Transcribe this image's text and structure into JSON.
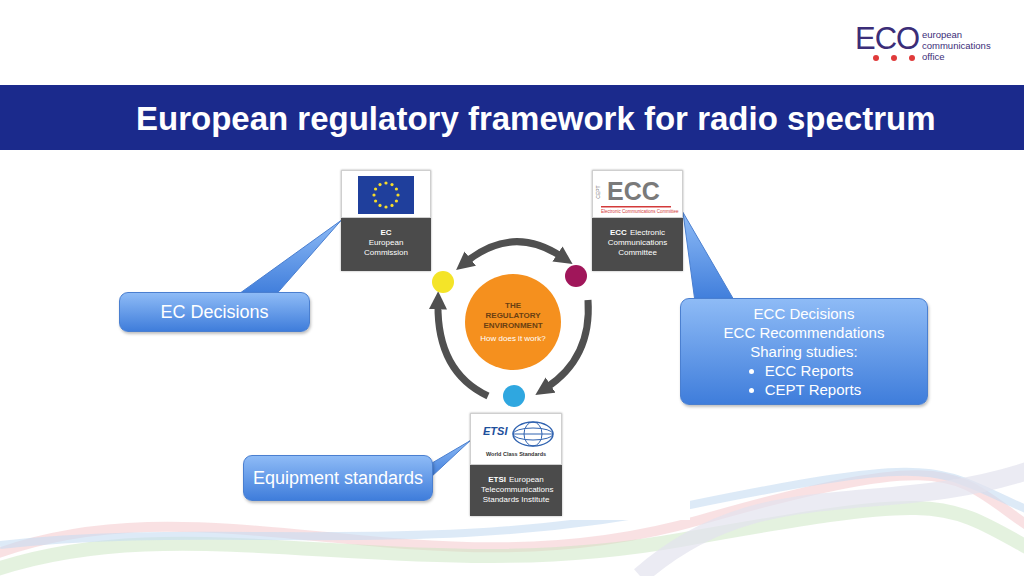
{
  "diagram": {
    "title": "European regulatory framework for radio spectrum",
    "nodes": [
      {
        "text": [
          "EC",
          "European Commission"
        ]
      },
      {
        "text": [
          "CEPT",
          "ECC",
          "Electronic Communications Committee",
          "ECC",
          "Electronic Communications Committee"
        ]
      },
      {
        "text": [
          "EC Decisions"
        ]
      },
      {
        "text": [
          "THE REGULATORY ENVIRONMENT",
          "How does it work?"
        ]
      },
      {
        "text": [
          "ECC Decisions",
          "ECC Recommendations",
          "Sharing studies:",
          "ECC Reports",
          "CEPT Reports"
        ]
      },
      {
        "text": [
          "ETSI",
          "World Class Standards",
          "ETSI",
          "European Telecommunications Standards Institute"
        ]
      },
      {
        "text": [
          "Equipment standards"
        ]
      }
    ],
    "edges": [
      {
        "from": 2,
        "to": 0,
        "arrow": "none"
      },
      {
        "from": 4,
        "to": 1,
        "arrow": "none"
      },
      {
        "from": 6,
        "to": 5,
        "arrow": "none"
      }
    ],
    "labels": [
      "ECO",
      "european communications office"
    ]
  }
}
